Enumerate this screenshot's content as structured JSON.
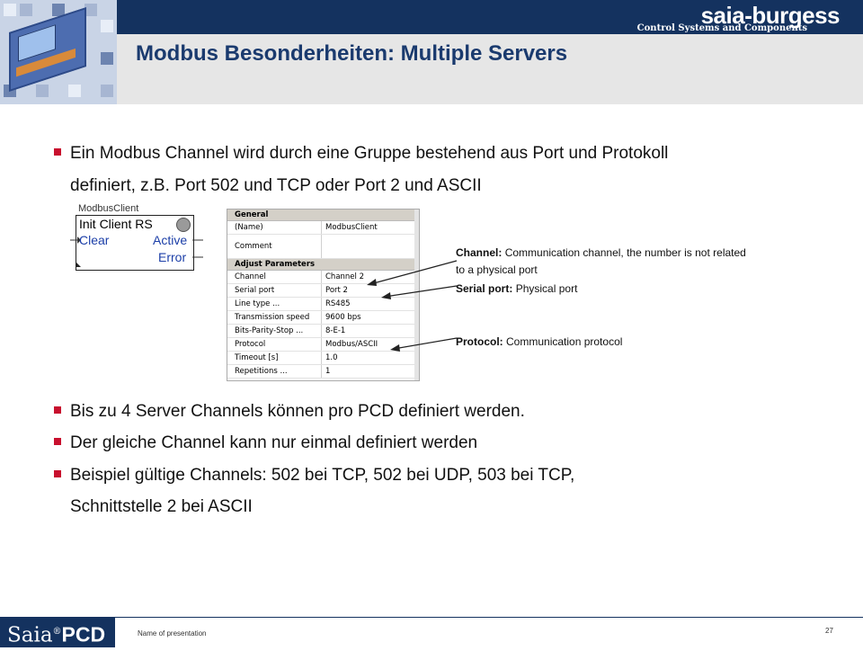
{
  "header": {
    "brand": "saia-burgess",
    "tagline": "Control Systems and Components",
    "title": "Modbus Besonderheiten: Multiple Servers"
  },
  "intro": {
    "line1": "Ein Modbus Channel wird durch eine Gruppe bestehend aus Port und Protokoll",
    "line2": "definiert, z.B. Port 502 und TCP oder Port 2 und ASCII"
  },
  "function_block": {
    "name": "ModbusClient",
    "title": "Init Client RS",
    "input": "Clear",
    "output_active": "Active",
    "output_error": "Error"
  },
  "property_grid": {
    "general_header": "General",
    "general_rows": [
      {
        "key": "(Name)",
        "value": "ModbusClient"
      },
      {
        "key": "Comment",
        "value": ""
      }
    ],
    "adjust_header": "Adjust Parameters",
    "adjust_rows": [
      {
        "key": "Channel",
        "value": "Channel 2"
      },
      {
        "key": "Serial port",
        "value": "Port 2"
      },
      {
        "key": "Line type ...",
        "value": "RS485"
      },
      {
        "key": "Transmission speed",
        "value": "9600 bps"
      },
      {
        "key": "Bits-Parity-Stop ...",
        "value": "8-E-1"
      },
      {
        "key": "Protocol",
        "value": "Modbus/ASCII"
      },
      {
        "key": "Timeout [s]",
        "value": "1.0"
      },
      {
        "key": "Repetitions ...",
        "value": "1"
      }
    ]
  },
  "annotations": {
    "channel_label": "Channel:",
    "channel_text_1": "Communication channel, the number is not related",
    "channel_text_2": "to a physical port",
    "serial_label": "Serial port:",
    "serial_text": "Physical port",
    "protocol_label": "Protocol:",
    "protocol_text": "Communication protocol"
  },
  "bullets": {
    "b1": "Bis zu 4 Server Channels können pro PCD definiert werden.",
    "b2": "Der gleiche Channel kann nur einmal definiert werden",
    "b3_line1": "Beispiel gültige Channels: 502 bei TCP, 502 bei UDP, 503 bei TCP,",
    "b3_line2": "Schnittstelle 2 bei ASCII"
  },
  "footer": {
    "logo_saia": "Saia",
    "logo_reg": "®",
    "logo_pcd": "PCD",
    "presentation_name": "Name of presentation",
    "page_number": "27"
  },
  "colors": {
    "navy": "#14325f",
    "title_blue": "#1a3a6e",
    "bullet_red": "#c8102e",
    "header_grey": "#e6e6e6"
  }
}
